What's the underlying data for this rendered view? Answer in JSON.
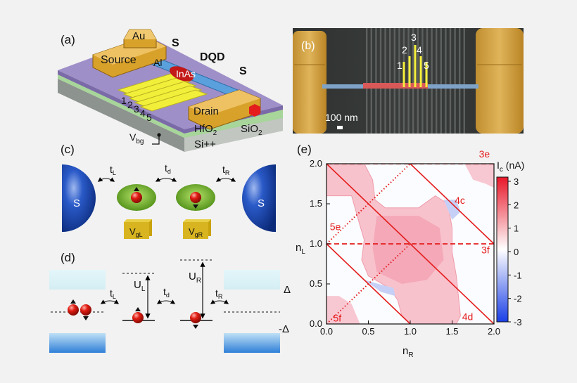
{
  "panel_labels": {
    "a": "(a)",
    "b": "(b)",
    "c": "(c)",
    "d": "(d)",
    "e": "(e)"
  },
  "panel_a": {
    "au": "Au",
    "s_top": "S",
    "source": "Source",
    "al": "Al",
    "dqd": "DQD",
    "inas": "InAs",
    "s_right": "S",
    "gate_numbers": [
      "1",
      "2",
      "3",
      "4",
      "5"
    ],
    "drain": "Drain",
    "hfo2": "HfO",
    "hfo2_sub": "2",
    "sio2": "SiO",
    "sio2_sub": "2",
    "vbg": "V",
    "vbg_sub": "bg",
    "si": "Si++"
  },
  "panel_b": {
    "numbers": [
      "3",
      "2",
      "4",
      "1",
      "5"
    ],
    "scalebar": "100 nm"
  },
  "panel_c": {
    "tl": "t",
    "tl_sub": "L",
    "td": "t",
    "td_sub": "d",
    "tr": "t",
    "tr_sub": "R",
    "s_left": "S",
    "s_right": "S",
    "vgl": "V",
    "vgl_sub": "gL",
    "vgr": "V",
    "vgr_sub": "gR"
  },
  "panel_d": {
    "tl": "t",
    "tl_sub": "L",
    "td": "t",
    "td_sub": "d",
    "tr": "t",
    "tr_sub": "R",
    "ul": "U",
    "ul_sub": "L",
    "ur": "U",
    "ur_sub": "R",
    "delta": "Δ",
    "minus_delta": "-Δ"
  },
  "colors": {
    "gold": "#d8a12a",
    "substrate": "#a4a9a4",
    "blue_sphere": "#1b46a8",
    "green": "#69b022",
    "red": "#e41c1c",
    "cb_low": "#1a3fe6",
    "cb_high": "#e8182a"
  },
  "chart_data": {
    "type": "heatmap",
    "xlabel": "n",
    "xlabel_sub": "R",
    "ylabel": "n",
    "ylabel_sub": "L",
    "xlim": [
      0.0,
      2.0
    ],
    "ylim": [
      0.0,
      2.0
    ],
    "xticks": [
      "0.0",
      "0.5",
      "1.0",
      "1.5",
      "2.0"
    ],
    "yticks": [
      "0.0",
      "0.5",
      "1.0",
      "1.5",
      "2.0"
    ],
    "colorbar": {
      "label": "I",
      "label_sub": "c",
      "unit": " (nA)",
      "ticks": [
        "3",
        "2",
        "1",
        "0",
        "-1",
        "-2",
        "-3"
      ],
      "range": [
        -3,
        3
      ]
    },
    "annotations": [
      "3e",
      "4c",
      "5e",
      "3f",
      "5f",
      "4d"
    ]
  }
}
